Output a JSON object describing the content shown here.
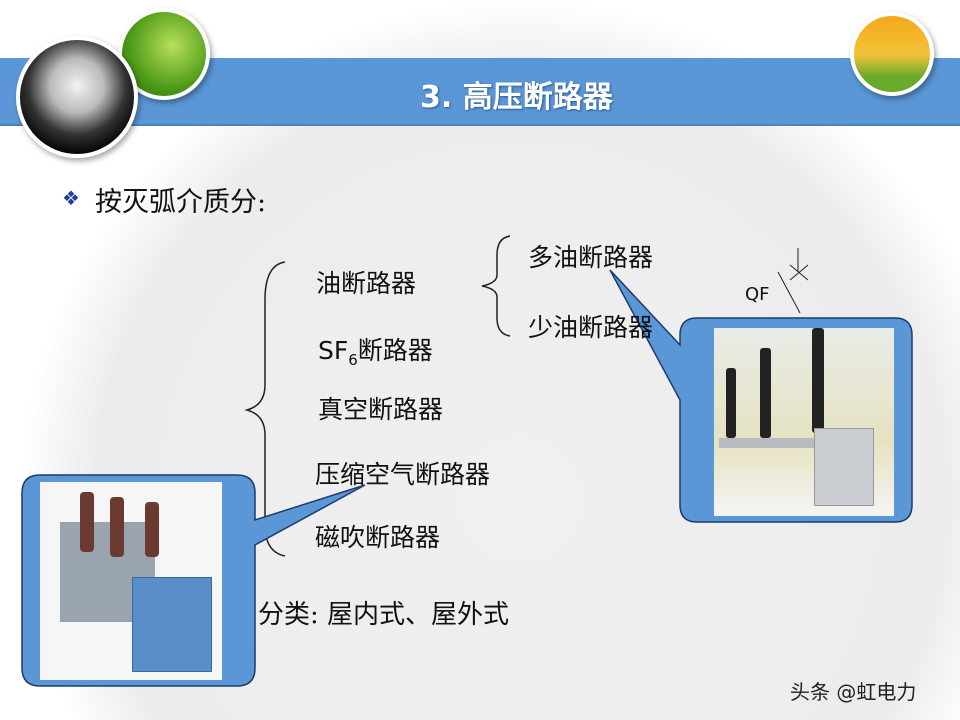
{
  "slide": {
    "title": "3. 高压断路器",
    "heading": "按灭弧介质分:",
    "categories": [
      {
        "label": "油断路器",
        "sub": [
          "多油断路器",
          "少油断路器"
        ]
      },
      {
        "label_main": "SF",
        "label_sub": "6",
        "label_tail": "断路器"
      },
      {
        "label": "真空断路器"
      },
      {
        "label": "压缩空气断路器"
      },
      {
        "label": "磁吹断路器"
      }
    ],
    "install": "分类:  屋内式、屋外式",
    "symbol_label": "QF",
    "watermark": "头条 @虹电力"
  },
  "colors": {
    "band": "#5b97d6",
    "callout": "#5b97d6",
    "bullet": "#1f3f9a"
  }
}
